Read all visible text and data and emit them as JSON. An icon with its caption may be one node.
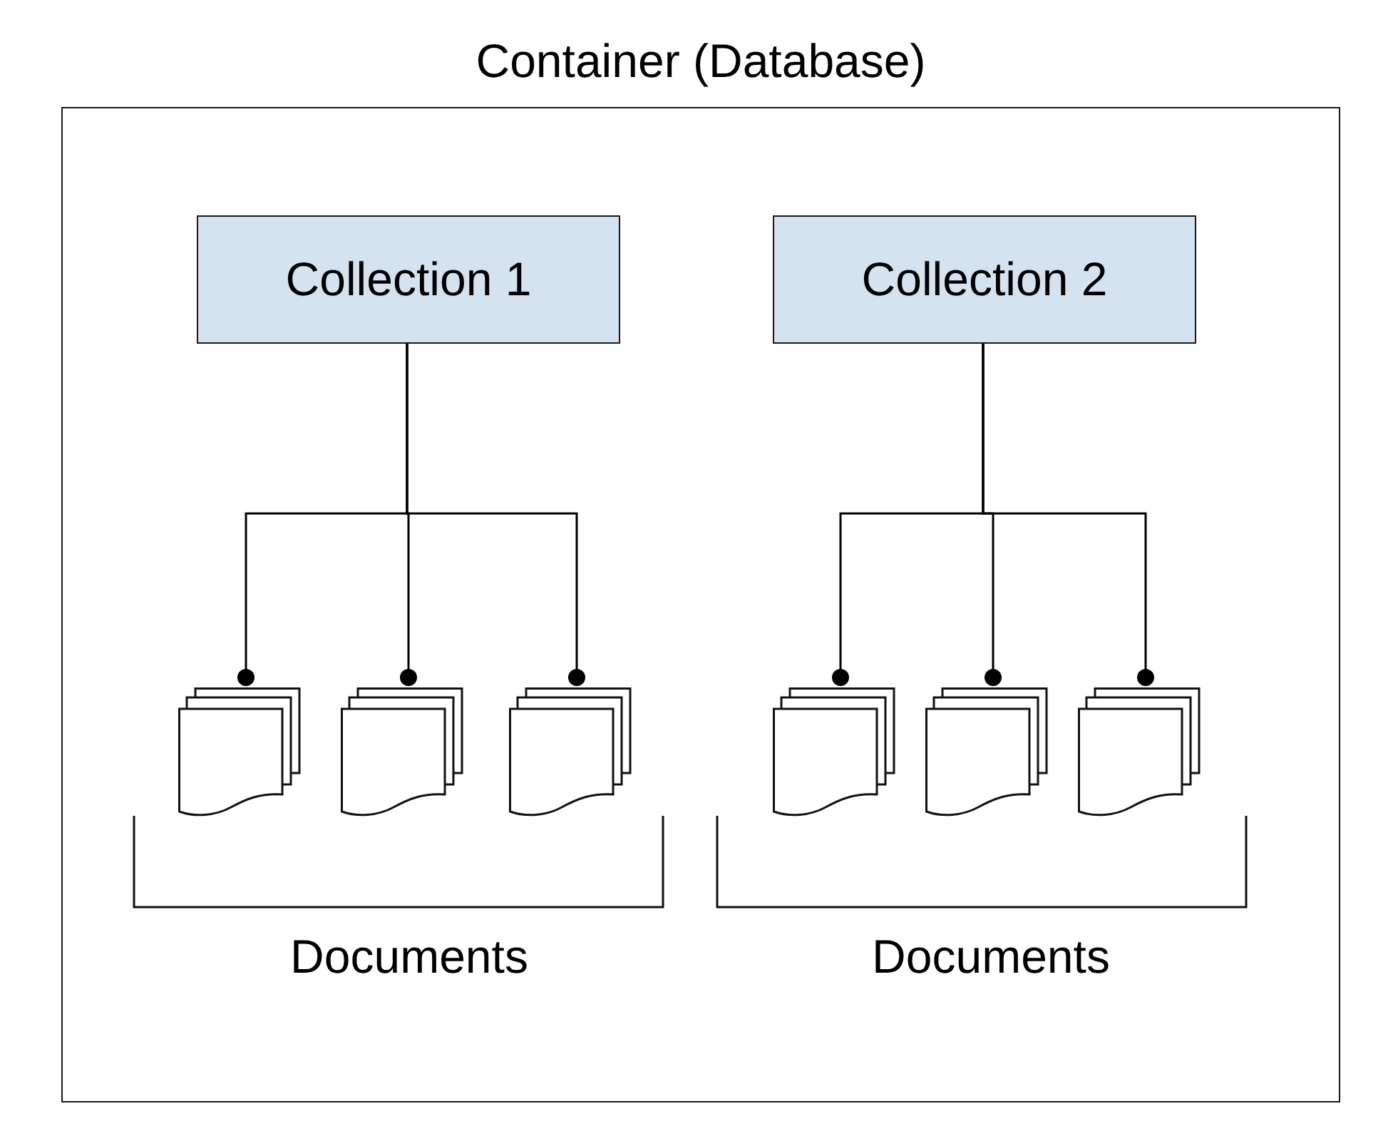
{
  "diagram": {
    "nodes": [
      {
        "text": [
          "Container (Database)"
        ]
      },
      {
        "text": [
          "Collection 1"
        ],
        "in": 0
      },
      {
        "text": [
          "Collection 2"
        ],
        "in": 0
      },
      {
        "text": [],
        "shape": "document",
        "in": 0
      },
      {
        "text": [],
        "shape": "document",
        "in": 0
      },
      {
        "text": [],
        "shape": "document",
        "in": 0
      },
      {
        "text": [],
        "shape": "document",
        "in": 0
      },
      {
        "text": [],
        "shape": "document",
        "in": 0
      },
      {
        "text": [],
        "shape": "document",
        "in": 0
      }
    ],
    "edges": [
      {
        "from": 1,
        "to": 3,
        "arrow": "other"
      },
      {
        "from": 1,
        "to": 4,
        "arrow": "other"
      },
      {
        "from": 1,
        "to": 5,
        "arrow": "other"
      },
      {
        "from": 2,
        "to": 6,
        "arrow": "other"
      },
      {
        "from": 2,
        "to": 7,
        "arrow": "other"
      },
      {
        "from": 2,
        "to": 8,
        "arrow": "other"
      }
    ],
    "labels": [
      "Documents",
      "Documents"
    ]
  }
}
